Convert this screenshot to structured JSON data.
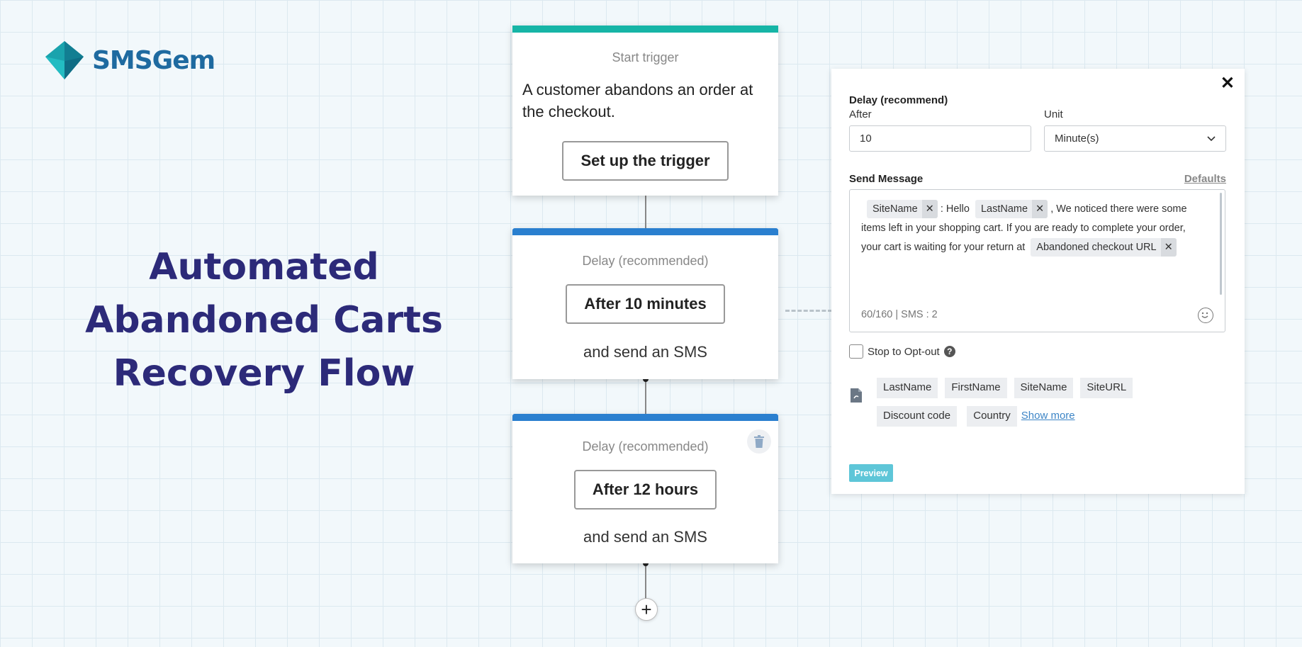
{
  "brand": {
    "name": "SMSGem",
    "logo": "diamond-logo-icon"
  },
  "headline": [
    "Automated",
    "Abandoned Carts",
    "Recovery Flow"
  ],
  "colors": {
    "trigger_bar": "#16b5a6",
    "delay_bar": "#2a7fcf",
    "headline": "#2c2a79",
    "preview": "#5ec6d8"
  },
  "flow": {
    "trigger": {
      "title": "Start trigger",
      "description": "A customer abandons an order at the checkout.",
      "button": "Set up the trigger"
    },
    "delay1": {
      "title": "Delay (recommended)",
      "button": "After 10 minutes",
      "sub": "and send an SMS"
    },
    "delay2": {
      "title": "Delay (recommended)",
      "button": "After 12 hours",
      "sub": "and send an SMS"
    },
    "add": "+"
  },
  "panel": {
    "section_title": "Delay (recommend)",
    "after_label": "After",
    "after_value": "10",
    "unit_label": "Unit",
    "unit_value": "Minute(s)",
    "send_message_label": "Send Message",
    "defaults_link": "Defaults",
    "message": {
      "chip1": "SiteName",
      "text1": ": Hello",
      "chip2": "LastName",
      "text2": ", We noticed there were some items left in your shopping cart. If you are ready to complete your order, your cart is waiting for your return at",
      "chip3": "Abandoned checkout URL",
      "remove": "✕"
    },
    "counter": "60/160  |  SMS : 2",
    "opt_out_label": "Stop to Opt-out",
    "help": "?",
    "variables": [
      "LastName",
      "FirstName",
      "SiteName",
      "SiteURL",
      "Discount code",
      "Country"
    ],
    "show_more": "Show more",
    "preview": "Preview",
    "close": "✕"
  }
}
